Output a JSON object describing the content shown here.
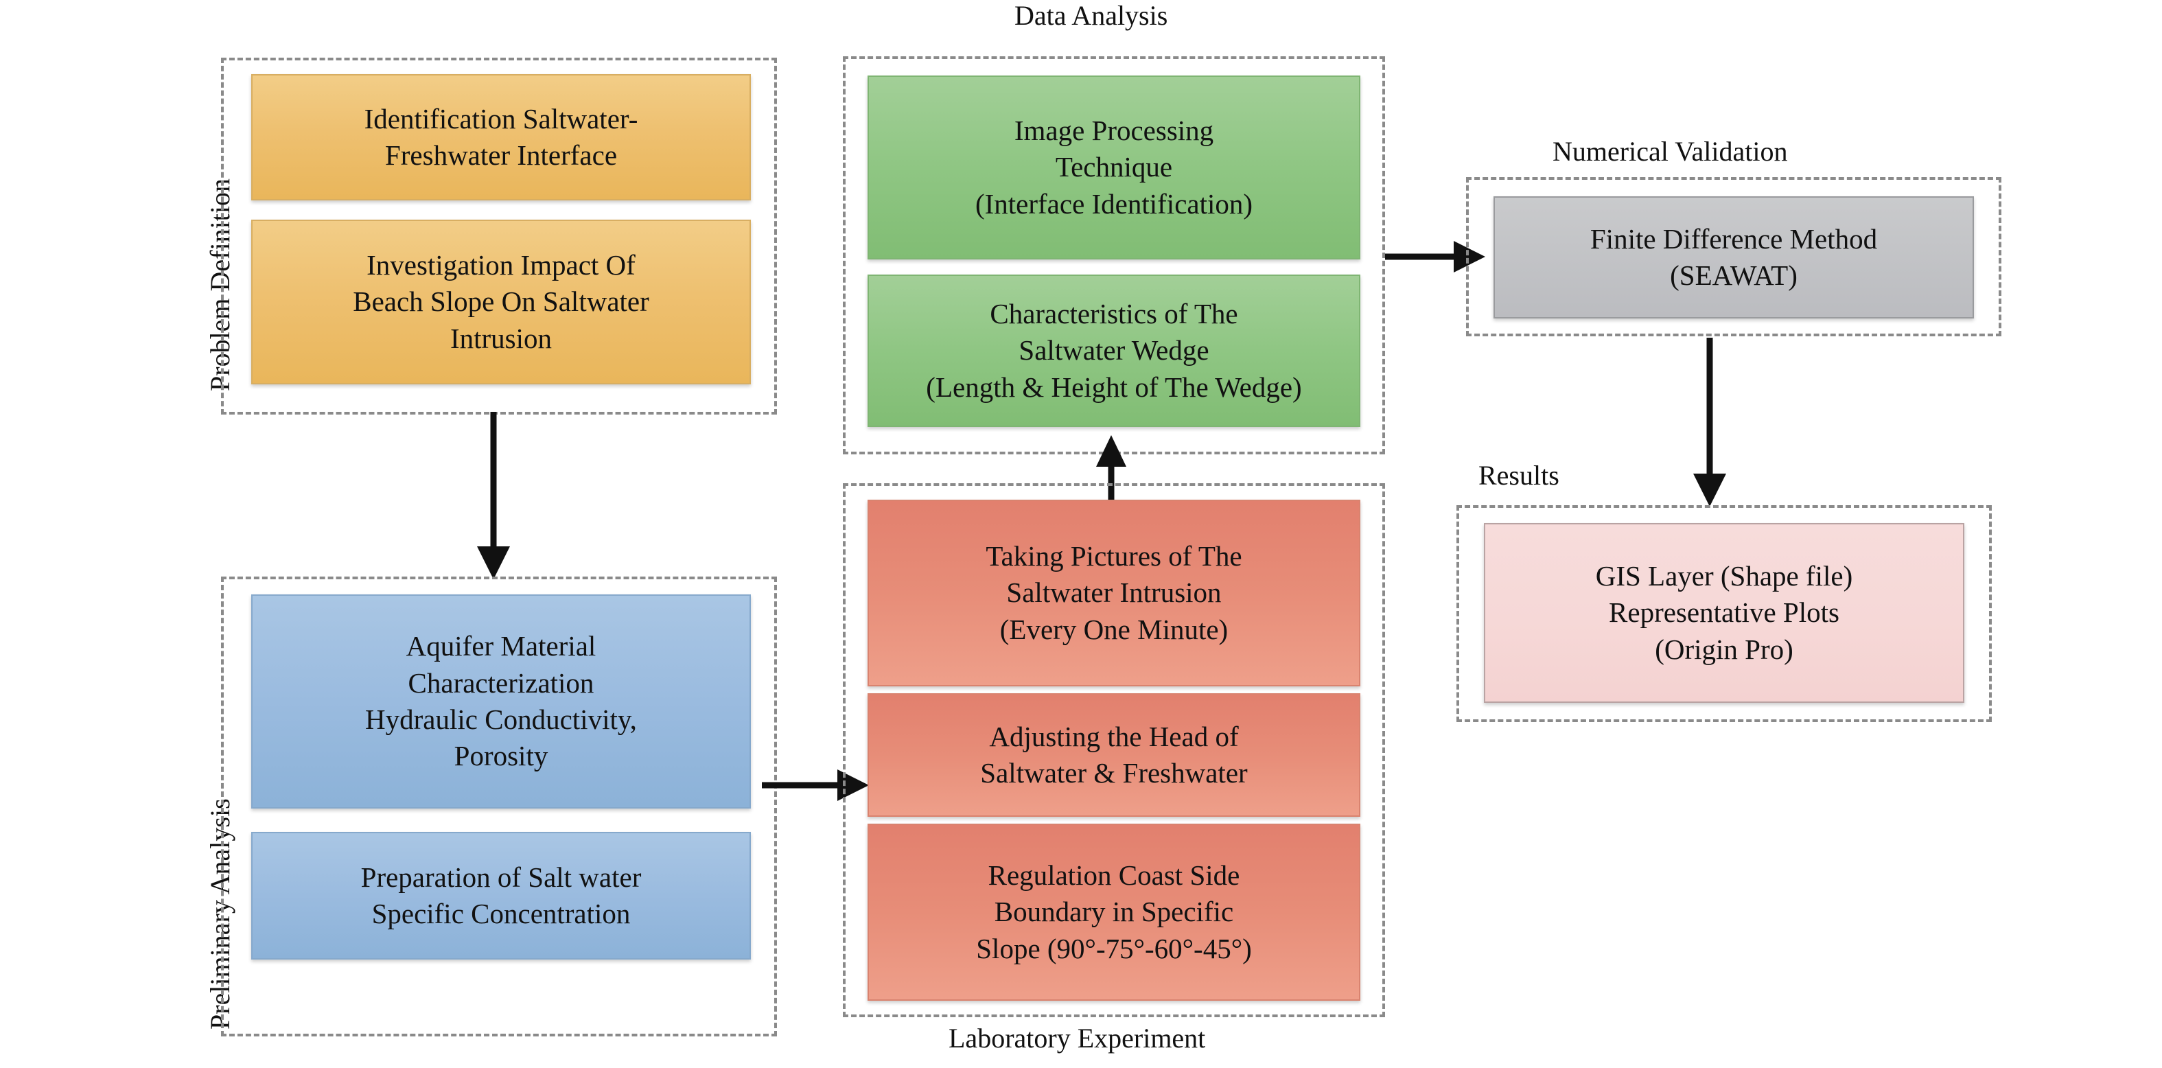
{
  "diagram": {
    "title": "Saltwater Intrusion Research Methodology Flowchart",
    "groups": [
      {
        "id": "problem-definition",
        "caption": "Problem Definition",
        "caption_orientation": "vertical",
        "color": "#EEC070",
        "nodes": [
          {
            "id": "identification-interface",
            "text": "Identification Saltwater-\nFreshwater Interface",
            "color": "orange"
          },
          {
            "id": "investigation-impact",
            "text": "Investigation Impact Of\nBeach Slope On Saltwater\nIntrusion",
            "color": "orange"
          }
        ]
      },
      {
        "id": "preliminary-analysis",
        "caption": "Preliminary Analysis",
        "caption_orientation": "vertical",
        "color": "#9ABBDF",
        "nodes": [
          {
            "id": "aquifer-material",
            "text": "Aquifer Material\nCharacterization\nHydraulic Conductivity,\nPorosity",
            "color": "blue"
          },
          {
            "id": "preparation-saltwater",
            "text": "Preparation of Salt water\nSpecific Concentration",
            "color": "blue"
          }
        ]
      },
      {
        "id": "data-analysis",
        "caption": "Data Analysis",
        "caption_orientation": "horizontal-top",
        "color": "#8FC683",
        "nodes": [
          {
            "id": "image-processing",
            "text": "Image Processing\nTechnique\n(Interface Identification)",
            "color": "green"
          },
          {
            "id": "wedge-characteristics",
            "text": "Characteristics of The\nSaltwater Wedge\n(Length & Height of The Wedge)",
            "color": "green"
          }
        ]
      },
      {
        "id": "laboratory-experiment",
        "caption": "Laboratory Experiment",
        "caption_orientation": "horizontal-bottom",
        "color": "#E78D78",
        "nodes": [
          {
            "id": "taking-pictures",
            "text": "Taking Pictures of The\nSaltwater Intrusion\n(Every One Minute)",
            "color": "red"
          },
          {
            "id": "adjusting-head",
            "text": "Adjusting the Head of\nSaltwater & Freshwater",
            "color": "red"
          },
          {
            "id": "regulation-coast",
            "text": "Regulation Coast Side\nBoundary in Specific\nSlope (90°-75°-60°-45°)",
            "color": "red"
          }
        ]
      },
      {
        "id": "numerical-validation",
        "caption": "Numerical Validation",
        "caption_orientation": "horizontal-top",
        "color": "#C2C3C6",
        "nodes": [
          {
            "id": "finite-difference",
            "text": "Finite Difference Method\n(SEAWAT)",
            "color": "gray"
          }
        ]
      },
      {
        "id": "results",
        "caption": "Results",
        "caption_orientation": "horizontal-top-left",
        "color": "#F6D8D7",
        "nodes": [
          {
            "id": "gis-layer",
            "text": "GIS Layer (Shape file)\nRepresentative Plots\n(Origin Pro)",
            "color": "pink"
          }
        ]
      }
    ],
    "arrows": [
      {
        "id": "problem-to-preliminary",
        "direction": "down",
        "from": "problem-definition",
        "to": "preliminary-analysis"
      },
      {
        "id": "preliminary-to-laboratory",
        "direction": "right",
        "from": "preliminary-analysis",
        "to": "laboratory-experiment"
      },
      {
        "id": "laboratory-to-data-analysis",
        "direction": "up",
        "from": "laboratory-experiment",
        "to": "data-analysis"
      },
      {
        "id": "data-analysis-to-numerical",
        "direction": "right",
        "from": "data-analysis",
        "to": "numerical-validation"
      },
      {
        "id": "numerical-to-results",
        "direction": "down",
        "from": "numerical-validation",
        "to": "results"
      }
    ]
  }
}
